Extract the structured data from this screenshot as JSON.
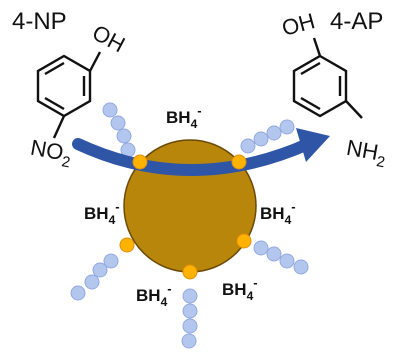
{
  "reactant": {
    "name": "4-NP",
    "hydroxyl": "OH",
    "nitro_main": "NO",
    "nitro_sub": "2"
  },
  "product": {
    "name": "4-AP",
    "hydroxyl": "OH",
    "amine_main": "NH",
    "amine_sub": "2"
  },
  "reductant": {
    "main": "BH",
    "sub": "4",
    "charge": "-"
  },
  "colors": {
    "particle": "#b8860b",
    "particle_edge": "#6b4a08",
    "anchor": "#ffb300",
    "ligand": "#b3c6ee",
    "arrow": "#2f56a6",
    "bond": "#111111"
  }
}
